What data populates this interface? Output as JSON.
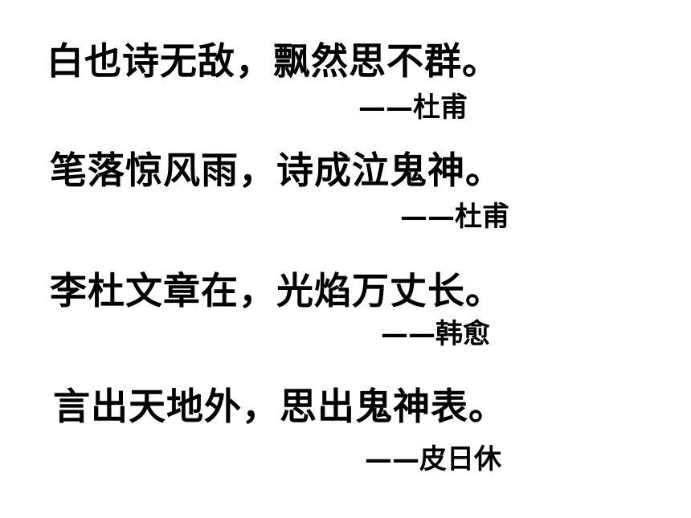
{
  "quotes": [
    {
      "verse": "白也诗无敌，飘然思不群。",
      "author": "——杜甫"
    },
    {
      "verse": "笔落惊风雨，诗成泣鬼神。",
      "author": "——杜甫"
    },
    {
      "verse": "李杜文章在，光焰万丈长。",
      "author": "——韩愈"
    },
    {
      "verse": "言出天地外，思出鬼神表。",
      "author": "——皮日休"
    }
  ]
}
